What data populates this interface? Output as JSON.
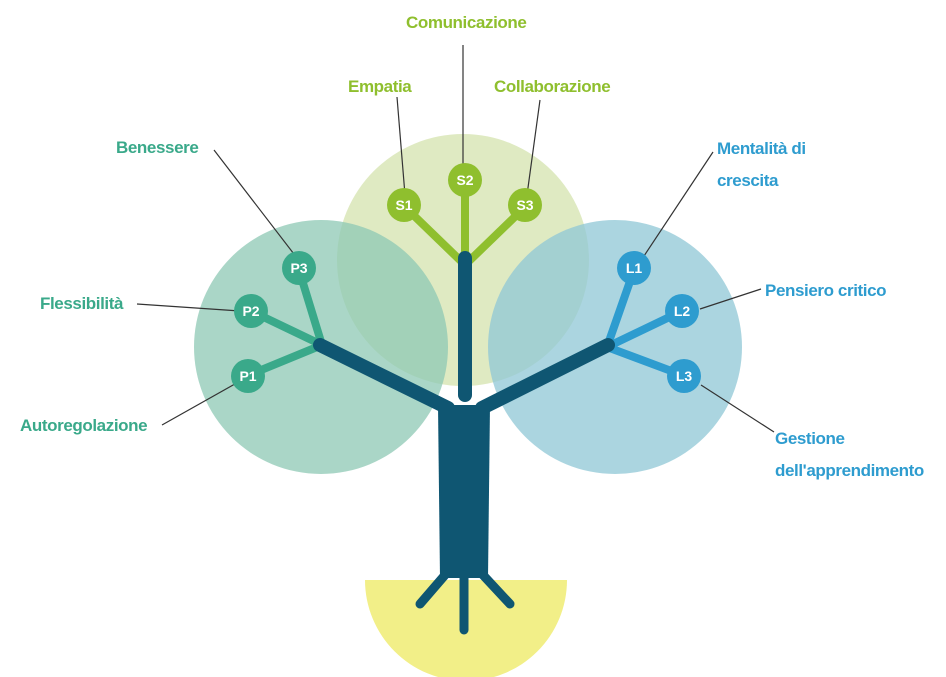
{
  "colors": {
    "trunk": "#0f5672",
    "social_circle": "#d9e6b7",
    "personal_circle": "#9fcfbf",
    "learning_circle": "#a2d1dc",
    "personal": "#3aa98a",
    "social": "#8fbf2e",
    "learning": "#2e9ccf",
    "root_pot": "#f2ef88"
  },
  "labels": {
    "comunicazione": "Comunicazione",
    "empatia": "Empatia",
    "collaborazione": "Collaborazione",
    "benessere": "Benessere",
    "flessibilita": "Flessibilità",
    "autoregolazione": "Autoregolazione",
    "mentalita_1": "Mentalità di",
    "mentalita_2": "crescita",
    "pensiero": "Pensiero critico",
    "gestione_1": "Gestione",
    "gestione_2": "dell'apprendimento"
  },
  "badges": {
    "p1": "P1",
    "p2": "P2",
    "p3": "P3",
    "s1": "S1",
    "s2": "S2",
    "s3": "S3",
    "l1": "L1",
    "l2": "L2",
    "l3": "L3"
  }
}
